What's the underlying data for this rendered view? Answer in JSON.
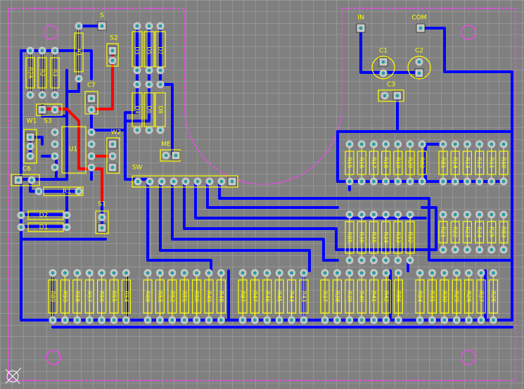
{
  "colors": {
    "background": "#808080",
    "grid": "#b4b4b4",
    "board_outline": "#ff40ff",
    "silkscreen": "#ffff00",
    "copper_bottom": "#0000ff",
    "copper_top": "#ff0000",
    "pad": "#c8c8c8",
    "pad_hole": "#20a0a0"
  },
  "labels": {
    "s": "S",
    "s2": "S2",
    "s1": "S1",
    "s3": "S3",
    "r1": "R1",
    "r2": "R2",
    "r3": "R3",
    "r2a": "R2A",
    "c7": "C7",
    "c6": "C6",
    "u1": "U1",
    "w1": "W1",
    "w2": "W2",
    "d1": "D1",
    "d2": "D2",
    "d3": "D3",
    "d4": "D4",
    "d5": "D5",
    "d6": "D6",
    "d7": "D7",
    "d8": "D8",
    "me": "ME",
    "sw": "SW",
    "in": "IN",
    "com": "COM",
    "c1": "C1",
    "c2": "C2",
    "c3": "C3"
  },
  "resistor_rows": {
    "top_right_a": [
      "R15",
      "R16",
      "R17",
      "R18",
      "R19",
      "R20",
      "R82"
    ],
    "top_right_b": [
      "R81",
      "R14",
      "R13",
      "R12",
      "R11",
      "R10"
    ],
    "mid_right_a": [
      "R85",
      "R36",
      "R35",
      "R34",
      "R33",
      "R32"
    ],
    "mid_right_b": [
      "R21",
      "R22",
      "R23",
      "R24",
      "R25",
      "R83"
    ],
    "bottom_1": [
      "R89",
      "R59",
      "R58",
      "R57",
      "R56",
      "R55",
      "R54"
    ],
    "bottom_2": [
      "R88",
      "R53",
      "R52",
      "R51",
      "R50",
      "R49",
      "R48"
    ],
    "bottom_3": [
      "R87",
      "R47",
      "R46",
      "R45",
      "R44",
      "R43"
    ],
    "bottom_4": [
      "R37",
      "R38",
      "R39",
      "R40",
      "R41",
      "R42",
      "R86"
    ],
    "bottom_5": [
      "R84",
      "R31",
      "R30",
      "R29",
      "R28",
      "R27",
      "R26"
    ]
  }
}
